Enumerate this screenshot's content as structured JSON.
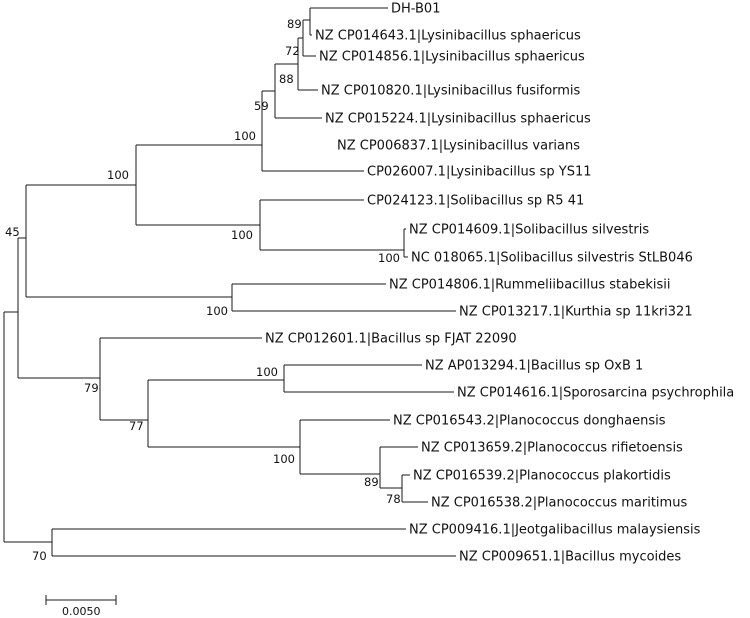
{
  "leaves": {
    "dhb01": "DH-B01",
    "cp014643": "NZ CP014643.1|Lysinibacillus sphaericus",
    "cp014856": "NZ CP014856.1|Lysinibacillus sphaericus",
    "cp010820": "NZ CP010820.1|Lysinibacillus fusiformis",
    "cp015224": "NZ CP015224.1|Lysinibacillus sphaericus",
    "cp006837": "NZ CP006837.1|Lysinibacillus varians",
    "cp026007": "CP026007.1|Lysinibacillus sp YS11",
    "cp024123": "CP024123.1|Solibacillus sp R5 41",
    "cp014609": "NZ CP014609.1|Solibacillus silvestris",
    "nc018065": "NC 018065.1|Solibacillus silvestris StLB046",
    "cp014806": "NZ CP014806.1|Rummeliibacillus stabekisii",
    "cp013217": "NZ CP013217.1|Kurthia sp 11kri321",
    "cp012601": "NZ CP012601.1|Bacillus sp FJAT 22090",
    "ap013294": "NZ AP013294.1|Bacillus sp OxB 1",
    "cp014616": "NZ CP014616.1|Sporosarcina psychrophila",
    "cp016543": "NZ CP016543.2|Planococcus donghaensis",
    "cp013659": "NZ CP013659.2|Planococcus rifietoensis",
    "cp016539": "NZ CP016539.2|Planococcus plakortidis",
    "cp016538": "NZ CP016538.2|Planococcus maritimus",
    "cp009416": "NZ CP009416.1|Jeotgalibacillus malaysiensis",
    "cp009651": "NZ CP009651.1|Bacillus mycoides"
  },
  "support": {
    "n89": "89",
    "n72": "72",
    "n88": "88",
    "n59": "59",
    "n100_lysini": "100",
    "n100_lysini_soli": "100",
    "n100_soli": "100",
    "n100_soli_sil": "100",
    "n45": "45",
    "n100_rumm": "100",
    "n79": "79",
    "n77": "77",
    "n100_bac_spor": "100",
    "n100_plano": "100",
    "n89_plano": "89",
    "n78": "78",
    "n70": "70"
  },
  "scale_bar": {
    "label": "0.0050"
  }
}
